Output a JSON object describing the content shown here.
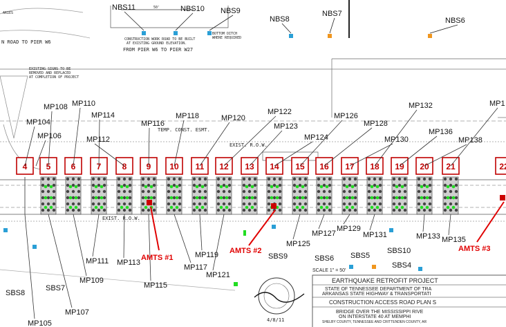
{
  "notes": {
    "top_left": "ARIES",
    "road_to_pier": "N ROAD TO PIER W6",
    "construction_road_1": "CONSTRUCTION WORK ROAD TO BE BUILT",
    "construction_road_2": "AT EXISTING GROUND ELEVATION.",
    "from_pier": "FROM  PIER W6 TO PIER W27",
    "bottom_ditch_1": "BOTTOM DITCH",
    "bottom_ditch_2": "WHERE REQUIRED",
    "existing_signs_1": "EXISTING SIGNS TO BE",
    "existing_signs_2": "REMOVED AND REPLACED",
    "existing_signs_3": "AT COMPLETION OF PROJECT",
    "temp_const": "TEMP. CONST. ESMT.",
    "exist_row_top": "EXIST. R.O.W.",
    "exist_row_bottom": "EXIST. R.O.W.",
    "dim_50": "50'",
    "scale": "SCALE 1\" = 50'",
    "signature": "4/8/11"
  },
  "title_block": {
    "project": "EARTHQUAKE RETROFIT PROJECT",
    "state1": "STATE OF TENNESSEE DEPARTMENT OF TRA",
    "state2": "ARKANSAS STATE HIGHWAY & TRANSPORTATI",
    "plan": "CONSTRUCTION ACCESS ROAD PLAN S",
    "bridge1": "BRIDGE OVER THE MISSISSIPPI RIVE",
    "bridge2": "ON INTERSTATE 40 AT MEMPHI",
    "county": "SHELBY COUNTY, TENNESSEE AND CRITTENDEN COUNTY, AR"
  },
  "piers": [
    "4",
    "5",
    "6",
    "7",
    "8",
    "9",
    "10",
    "11",
    "12",
    "13",
    "14",
    "15",
    "16",
    "17",
    "18",
    "19",
    "20",
    "21",
    "22"
  ],
  "monitoring_points": {
    "top": [
      "MP110",
      "MP108",
      "MP104",
      "MP106",
      "MP114",
      "MP112",
      "MP116",
      "MP118",
      "MP120",
      "MP122",
      "MP123",
      "MP124",
      "MP126",
      "MP128",
      "MP130",
      "MP132",
      "MP136",
      "MP138",
      "MP1"
    ],
    "bottom": [
      "MP105",
      "MP107",
      "MP109",
      "MP111",
      "MP113",
      "MP115",
      "MP117",
      "MP119",
      "MP121",
      "MP125",
      "MP127",
      "MP129",
      "MP131",
      "MP133",
      "MP135"
    ]
  },
  "survey_points": {
    "north": [
      "NBS11",
      "NBS10",
      "NBS9",
      "NBS8",
      "NBS7",
      "NBS6"
    ],
    "south": [
      "SBS8",
      "SBS7",
      "SBS9",
      "SBS10",
      "SBS6",
      "SBS5",
      "SBS4"
    ]
  },
  "amts": [
    "AMTS #1",
    "AMTS #2",
    "AMTS #3"
  ],
  "colors": {
    "pier_box": "#c00000",
    "amts": "#e00000",
    "survey_blue": "#2a9fd6",
    "survey_orange": "#f0961e",
    "gauge_green": "#22dd22"
  }
}
